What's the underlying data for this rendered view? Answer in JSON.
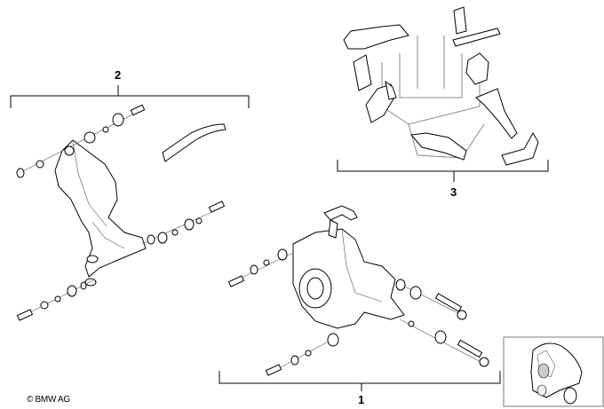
{
  "groups": [
    {
      "label": "2"
    },
    {
      "label": "3"
    },
    {
      "label": "1"
    }
  ],
  "copyright": "© BMW AG",
  "thumbnail": {
    "icon": "scooter-thumbnail-icon"
  }
}
